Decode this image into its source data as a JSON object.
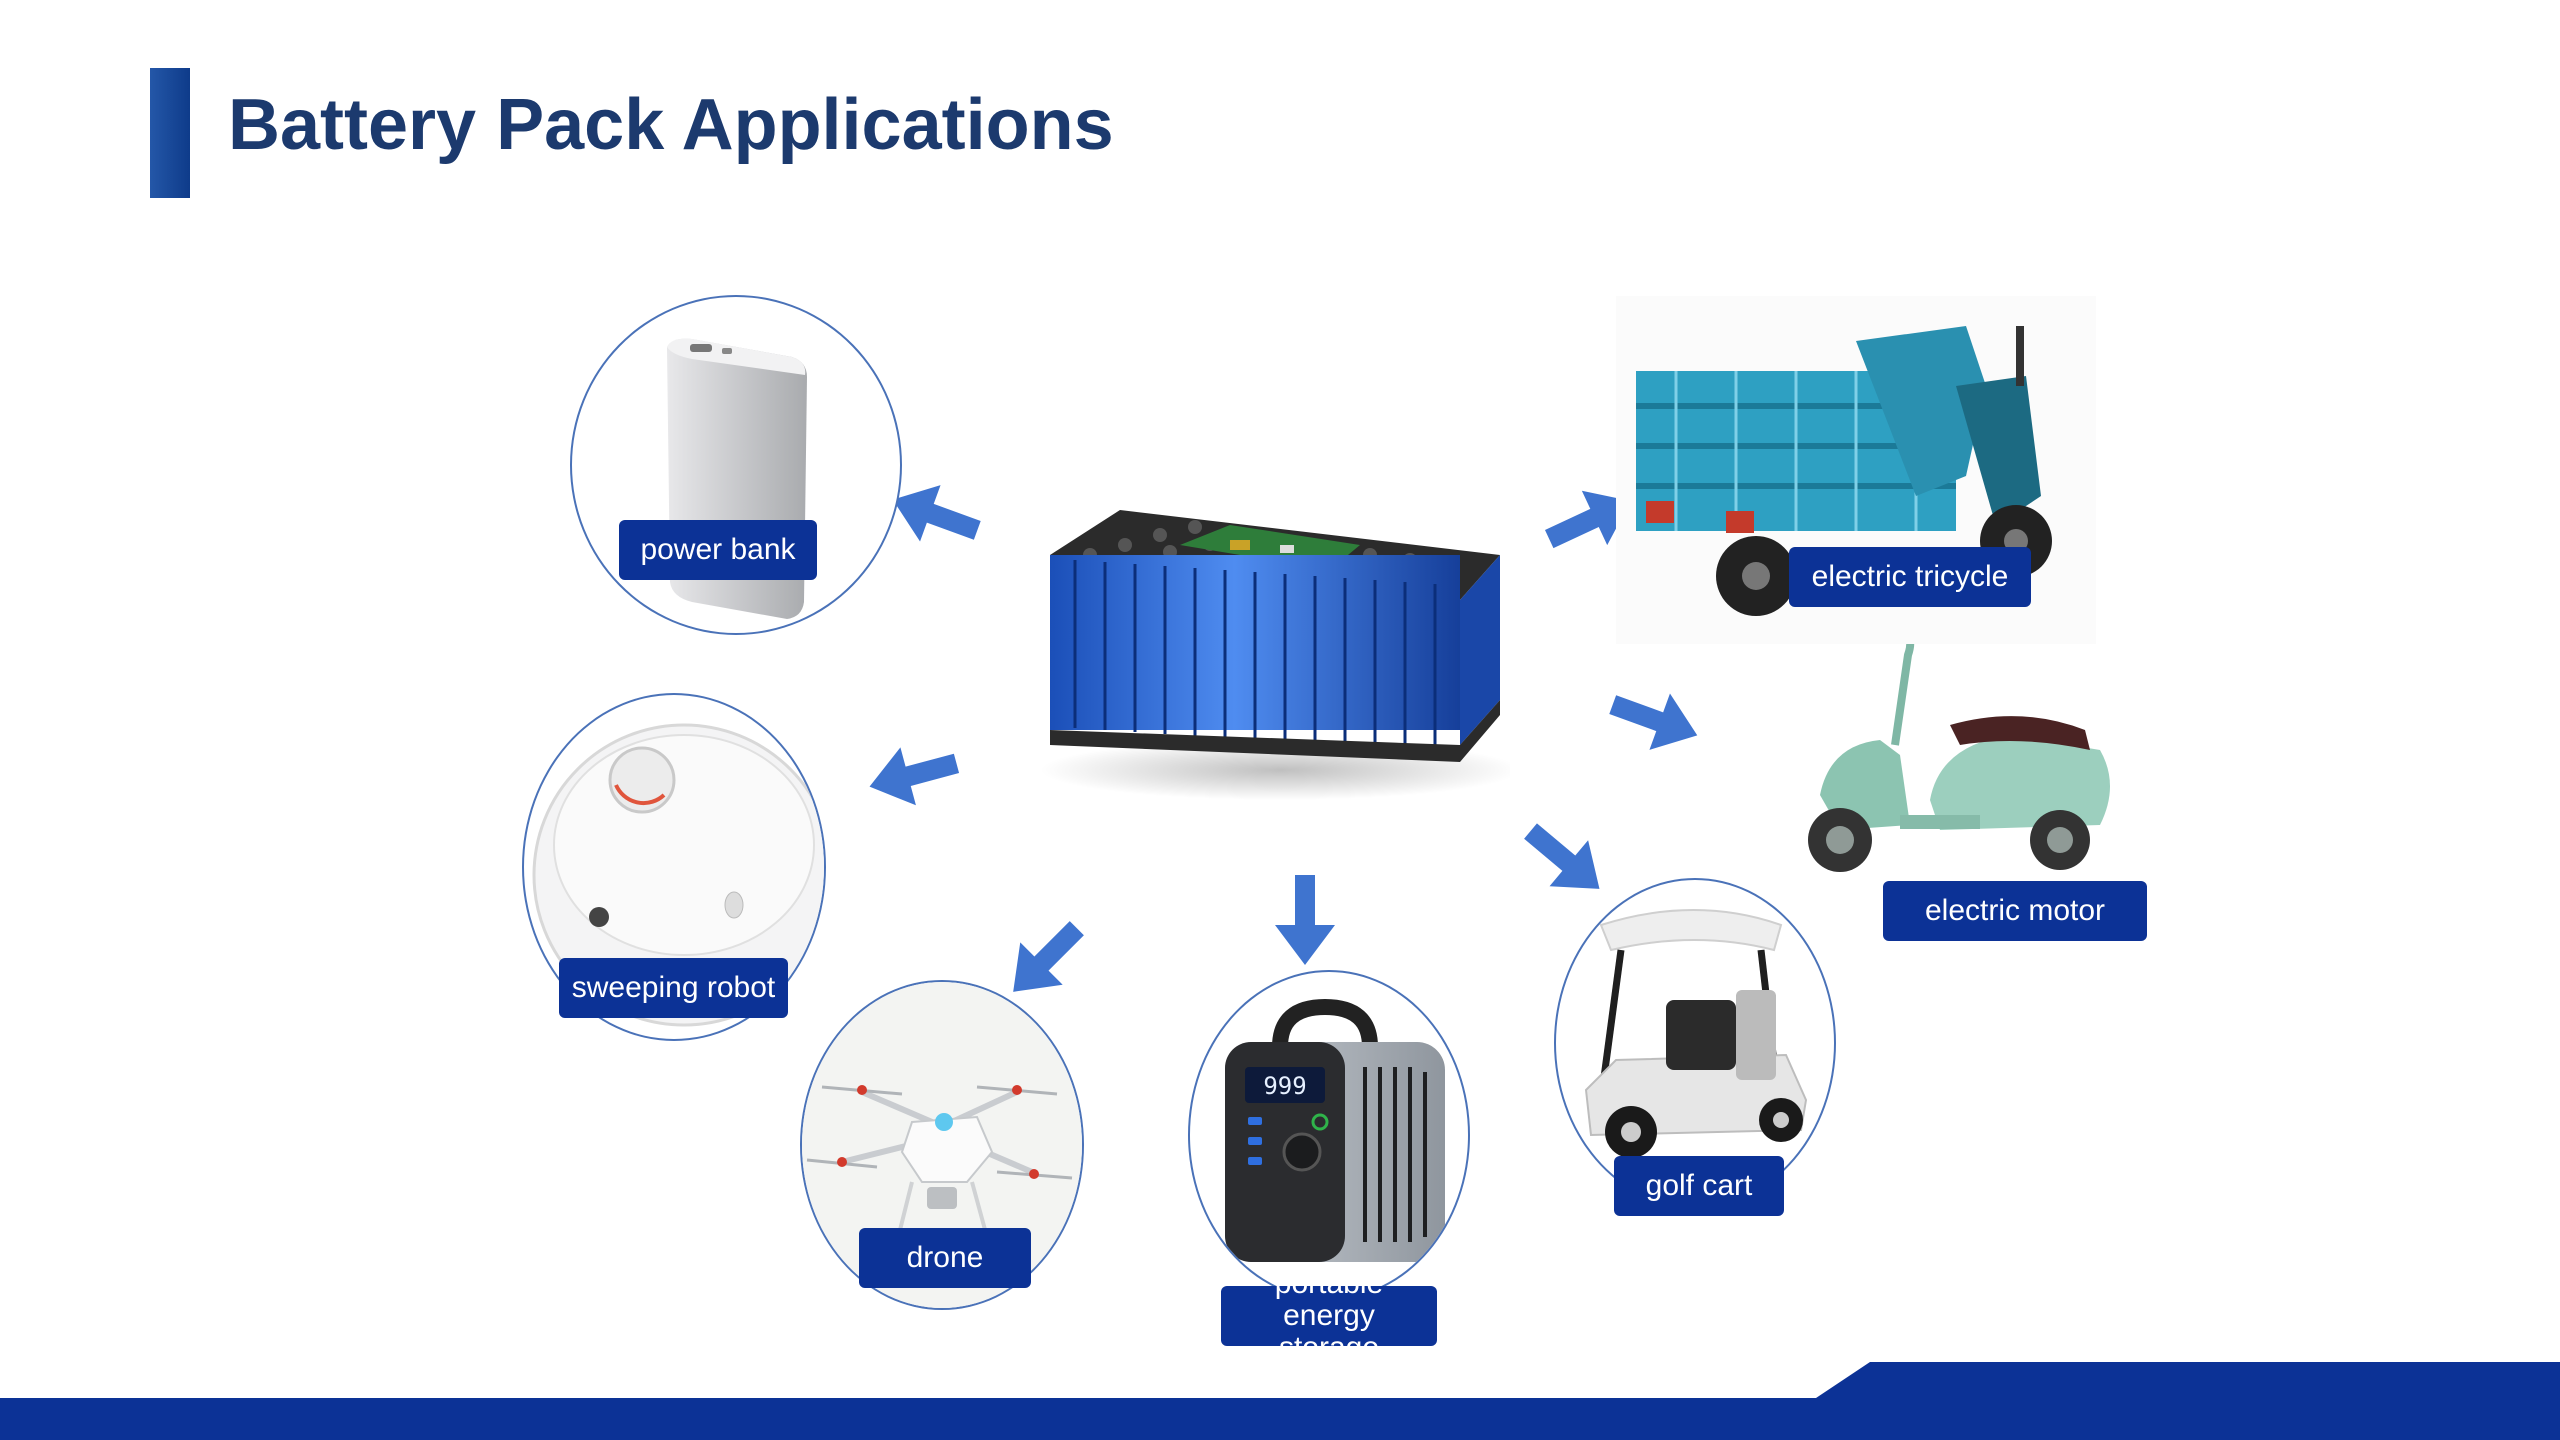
{
  "title": "Battery Pack Applications",
  "colors": {
    "accent": "#0c3296",
    "title_text": "#1c3a6e",
    "arrow": "#3f74cf",
    "circle_border": "#4a72b8"
  },
  "applications": [
    {
      "id": "power-bank",
      "label": "power bank",
      "icon": "power-bank-icon"
    },
    {
      "id": "sweeping-robot",
      "label": "sweeping robot",
      "icon": "robot-vacuum-icon"
    },
    {
      "id": "drone",
      "label": "drone",
      "icon": "drone-icon"
    },
    {
      "id": "portable-energy-storage",
      "label": "portable energy storage",
      "icon": "portable-power-station-icon"
    },
    {
      "id": "golf-cart",
      "label": "golf cart",
      "icon": "golf-cart-icon"
    },
    {
      "id": "electric-motor",
      "label": "electric motor",
      "icon": "scooter-icon"
    },
    {
      "id": "electric-tricycle",
      "label": "electric tricycle",
      "icon": "tricycle-icon"
    }
  ],
  "center_image": "battery-pack-icon",
  "station_display": "999"
}
